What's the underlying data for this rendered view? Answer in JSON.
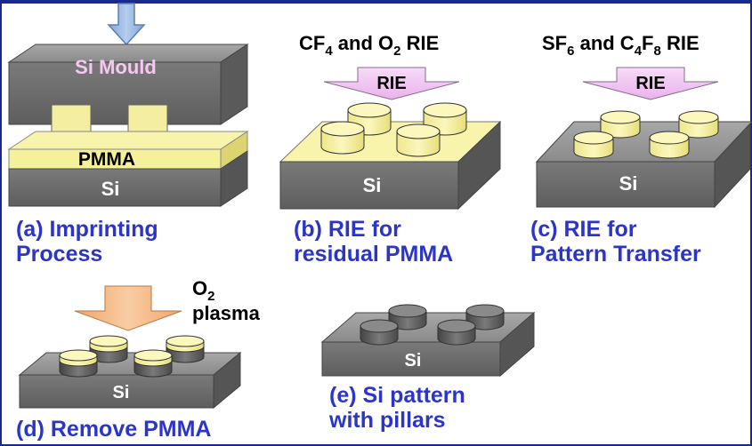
{
  "colors": {
    "frame": "#1a2a8c",
    "caption": "#2b35c9",
    "si_top": "#9a9a9a",
    "si_front": "#6e6e6e",
    "si_side": "#585858",
    "pmma": "#f7f3a3",
    "pmma_dark": "#e3dc74",
    "arrow_blue": "#9bbbe3",
    "arrow_pink": "#f1c7f3",
    "arrow_orange": "#f6b886",
    "mould_text": "#f4c8f0"
  },
  "panel_a": {
    "mould_label": "Si Mould",
    "pmma_label": "PMMA",
    "si_label": "Si",
    "caption_line1": "(a) Imprinting",
    "caption_line2": "Process"
  },
  "panel_b": {
    "title_pre": "CF",
    "title_sub1": "4",
    "title_mid": " and O",
    "title_sub2": "2",
    "title_post": " RIE",
    "arrow_label": "RIE",
    "si_label": "Si",
    "caption_line1": "(b) RIE for",
    "caption_line2": "residual PMMA"
  },
  "panel_c": {
    "title_pre": "SF",
    "title_sub1": "6",
    "title_mid": " and C",
    "title_sub2": "4",
    "title_mid2": "F",
    "title_sub3": "8",
    "title_post": " RIE",
    "arrow_label": "RIE",
    "si_label": "Si",
    "caption_line1": "(c) RIE for",
    "caption_line2": "Pattern Transfer"
  },
  "panel_d": {
    "plasma_pre": "O",
    "plasma_sub": "2",
    "plasma_word": "plasma",
    "si_label": "Si",
    "caption": "(d) Remove PMMA"
  },
  "panel_e": {
    "si_label": "Si",
    "caption_line1": "(e) Si pattern",
    "caption_line2": "with pillars"
  }
}
